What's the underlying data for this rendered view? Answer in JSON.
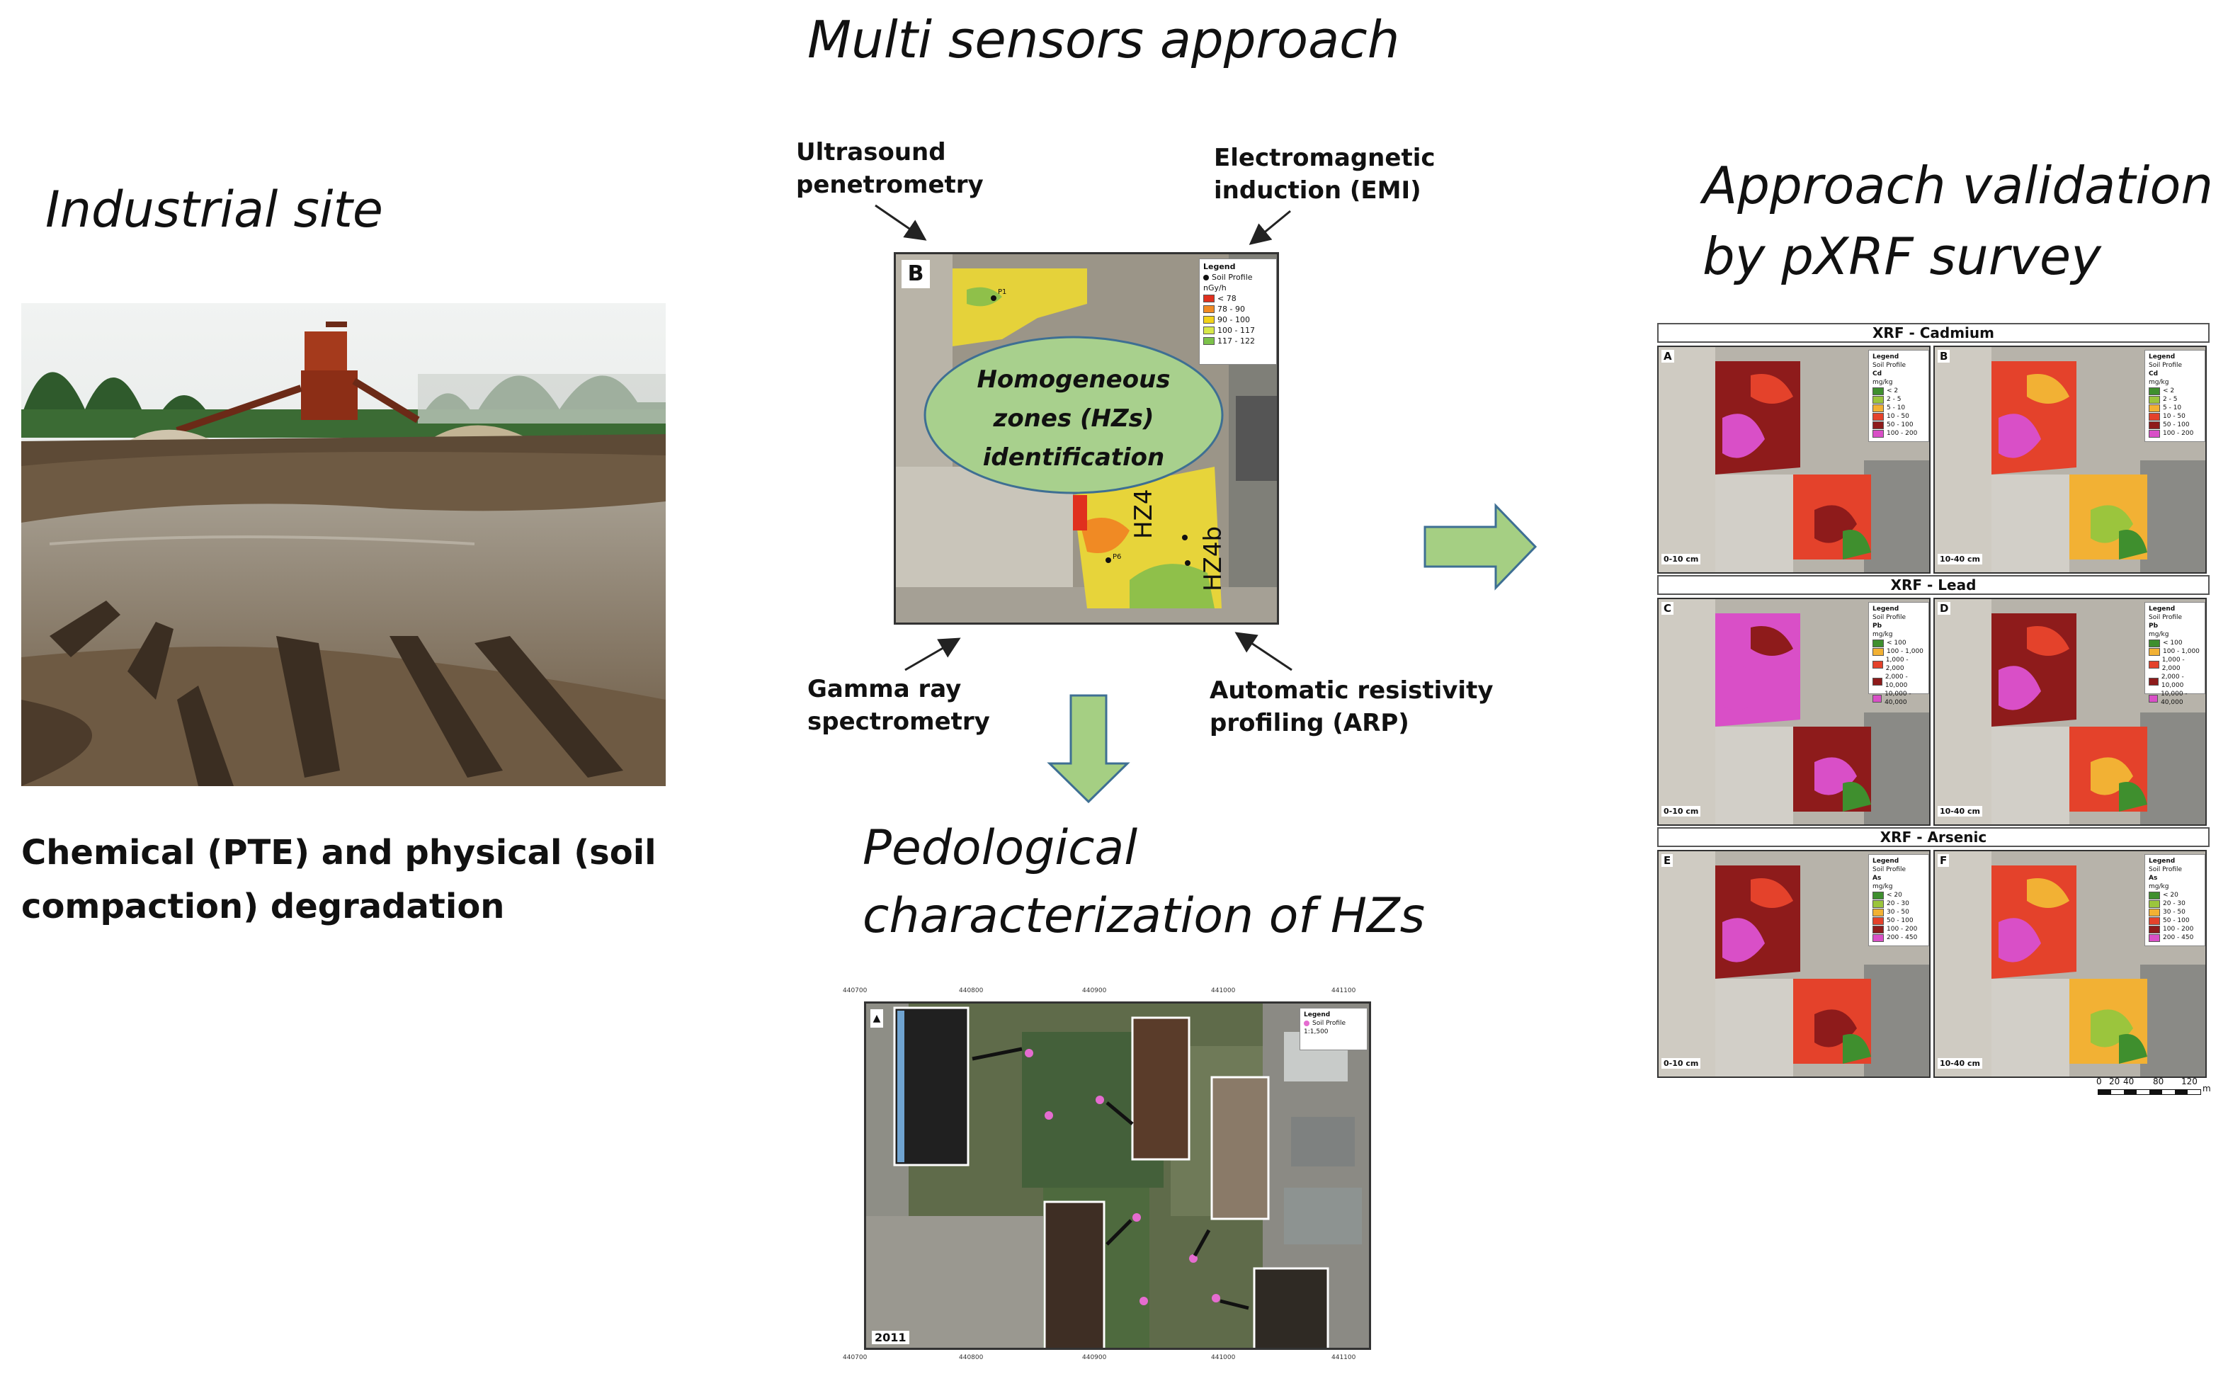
{
  "headings": {
    "multi_sensors": "Multi sensors approach",
    "industrial_site": "Industrial site",
    "approach_validation_line1": "Approach validation",
    "approach_validation_line2": "by pXRF survey",
    "pedological_line1": "Pedological",
    "pedological_line2": "characterization of HZs"
  },
  "degradation_caption": {
    "line1": "Chemical (PTE) and physical (soil",
    "line2": "compaction) degradation"
  },
  "sensors": {
    "ultrasound": [
      "Ultrasound",
      "penetrometry"
    ],
    "emi": [
      "Electromagnetic",
      "induction (EMI)"
    ],
    "gamma": [
      "Gamma ray",
      "spectrometry"
    ],
    "arp": [
      "Automatic resistivity",
      "profiling (ARP)"
    ]
  },
  "center_map": {
    "panel_letter": "B",
    "ellipse_lines": [
      "Homogeneous",
      "zones (HZs)",
      "identification"
    ],
    "legend_title": "Legend",
    "legend_point": "Soil Profile",
    "legend_unit": "nGy/h",
    "legend_classes": [
      {
        "label": "< 78",
        "color": "#e0301e"
      },
      {
        "label": "78 - 90",
        "color": "#f08a24"
      },
      {
        "label": "90 - 100",
        "color": "#f2d21a"
      },
      {
        "label": "100 - 117",
        "color": "#d7e84a"
      },
      {
        "label": "117 - 122",
        "color": "#7cc24a"
      }
    ],
    "zone_labels": [
      "HZ4",
      "HZ4b"
    ],
    "profile_labels": [
      "P1",
      "P6"
    ]
  },
  "pedo_map": {
    "year": "2011",
    "legend_title": "Legend",
    "legend_point": "Soil Profile",
    "scale": "1:1,500",
    "top_ticks": [
      "440700",
      "440800",
      "440900",
      "441000",
      "441100"
    ],
    "bottom_ticks": [
      "440700",
      "440800",
      "440900",
      "441000",
      "441100"
    ]
  },
  "xrf": {
    "sections": [
      {
        "title": "XRF - Cadmium",
        "panels": [
          "A",
          "B"
        ],
        "depths": [
          "0-10 cm",
          "10-40 cm"
        ],
        "legend_title": "Legend",
        "legend_point": "Soil Profile",
        "legend_element": "Cd",
        "legend_unit": "mg/kg",
        "classes": [
          {
            "label": "< 2",
            "color": "#3f8f2e"
          },
          {
            "label": "2 - 5",
            "color": "#9bc53d"
          },
          {
            "label": "5 - 10",
            "color": "#f2b134"
          },
          {
            "label": "10 - 50",
            "color": "#e4422b"
          },
          {
            "label": "50 - 100",
            "color": "#8e1b1b"
          },
          {
            "label": "100 - 200",
            "color": "#d94fc7"
          }
        ]
      },
      {
        "title": "XRF - Lead",
        "panels": [
          "C",
          "D"
        ],
        "depths": [
          "0-10 cm",
          "10-40 cm"
        ],
        "legend_title": "Legend",
        "legend_point": "Soil Profile",
        "legend_element": "Pb",
        "legend_unit": "mg/kg",
        "classes": [
          {
            "label": "< 100",
            "color": "#3f8f2e"
          },
          {
            "label": "100 - 1,000",
            "color": "#f2b134"
          },
          {
            "label": "1,000 - 2,000",
            "color": "#e4422b"
          },
          {
            "label": "2,000 - 10,000",
            "color": "#8e1b1b"
          },
          {
            "label": "10,000 - 40,000",
            "color": "#d94fc7"
          }
        ]
      },
      {
        "title": "XRF - Arsenic",
        "panels": [
          "E",
          "F"
        ],
        "depths": [
          "0-10 cm",
          "10-40 cm"
        ],
        "legend_title": "Legend",
        "legend_point": "Soil Profile",
        "legend_element": "As",
        "legend_unit": "mg/kg",
        "classes": [
          {
            "label": "< 20",
            "color": "#3f8f2e"
          },
          {
            "label": "20 - 30",
            "color": "#9bc53d"
          },
          {
            "label": "30 - 50",
            "color": "#f2b134"
          },
          {
            "label": "50 - 100",
            "color": "#e4422b"
          },
          {
            "label": "100 - 200",
            "color": "#8e1b1b"
          },
          {
            "label": "200 - 450",
            "color": "#d94fc7"
          }
        ]
      }
    ],
    "scale_ticks": [
      "0",
      "20",
      "40",
      "80",
      "120"
    ],
    "scale_unit": "m"
  }
}
